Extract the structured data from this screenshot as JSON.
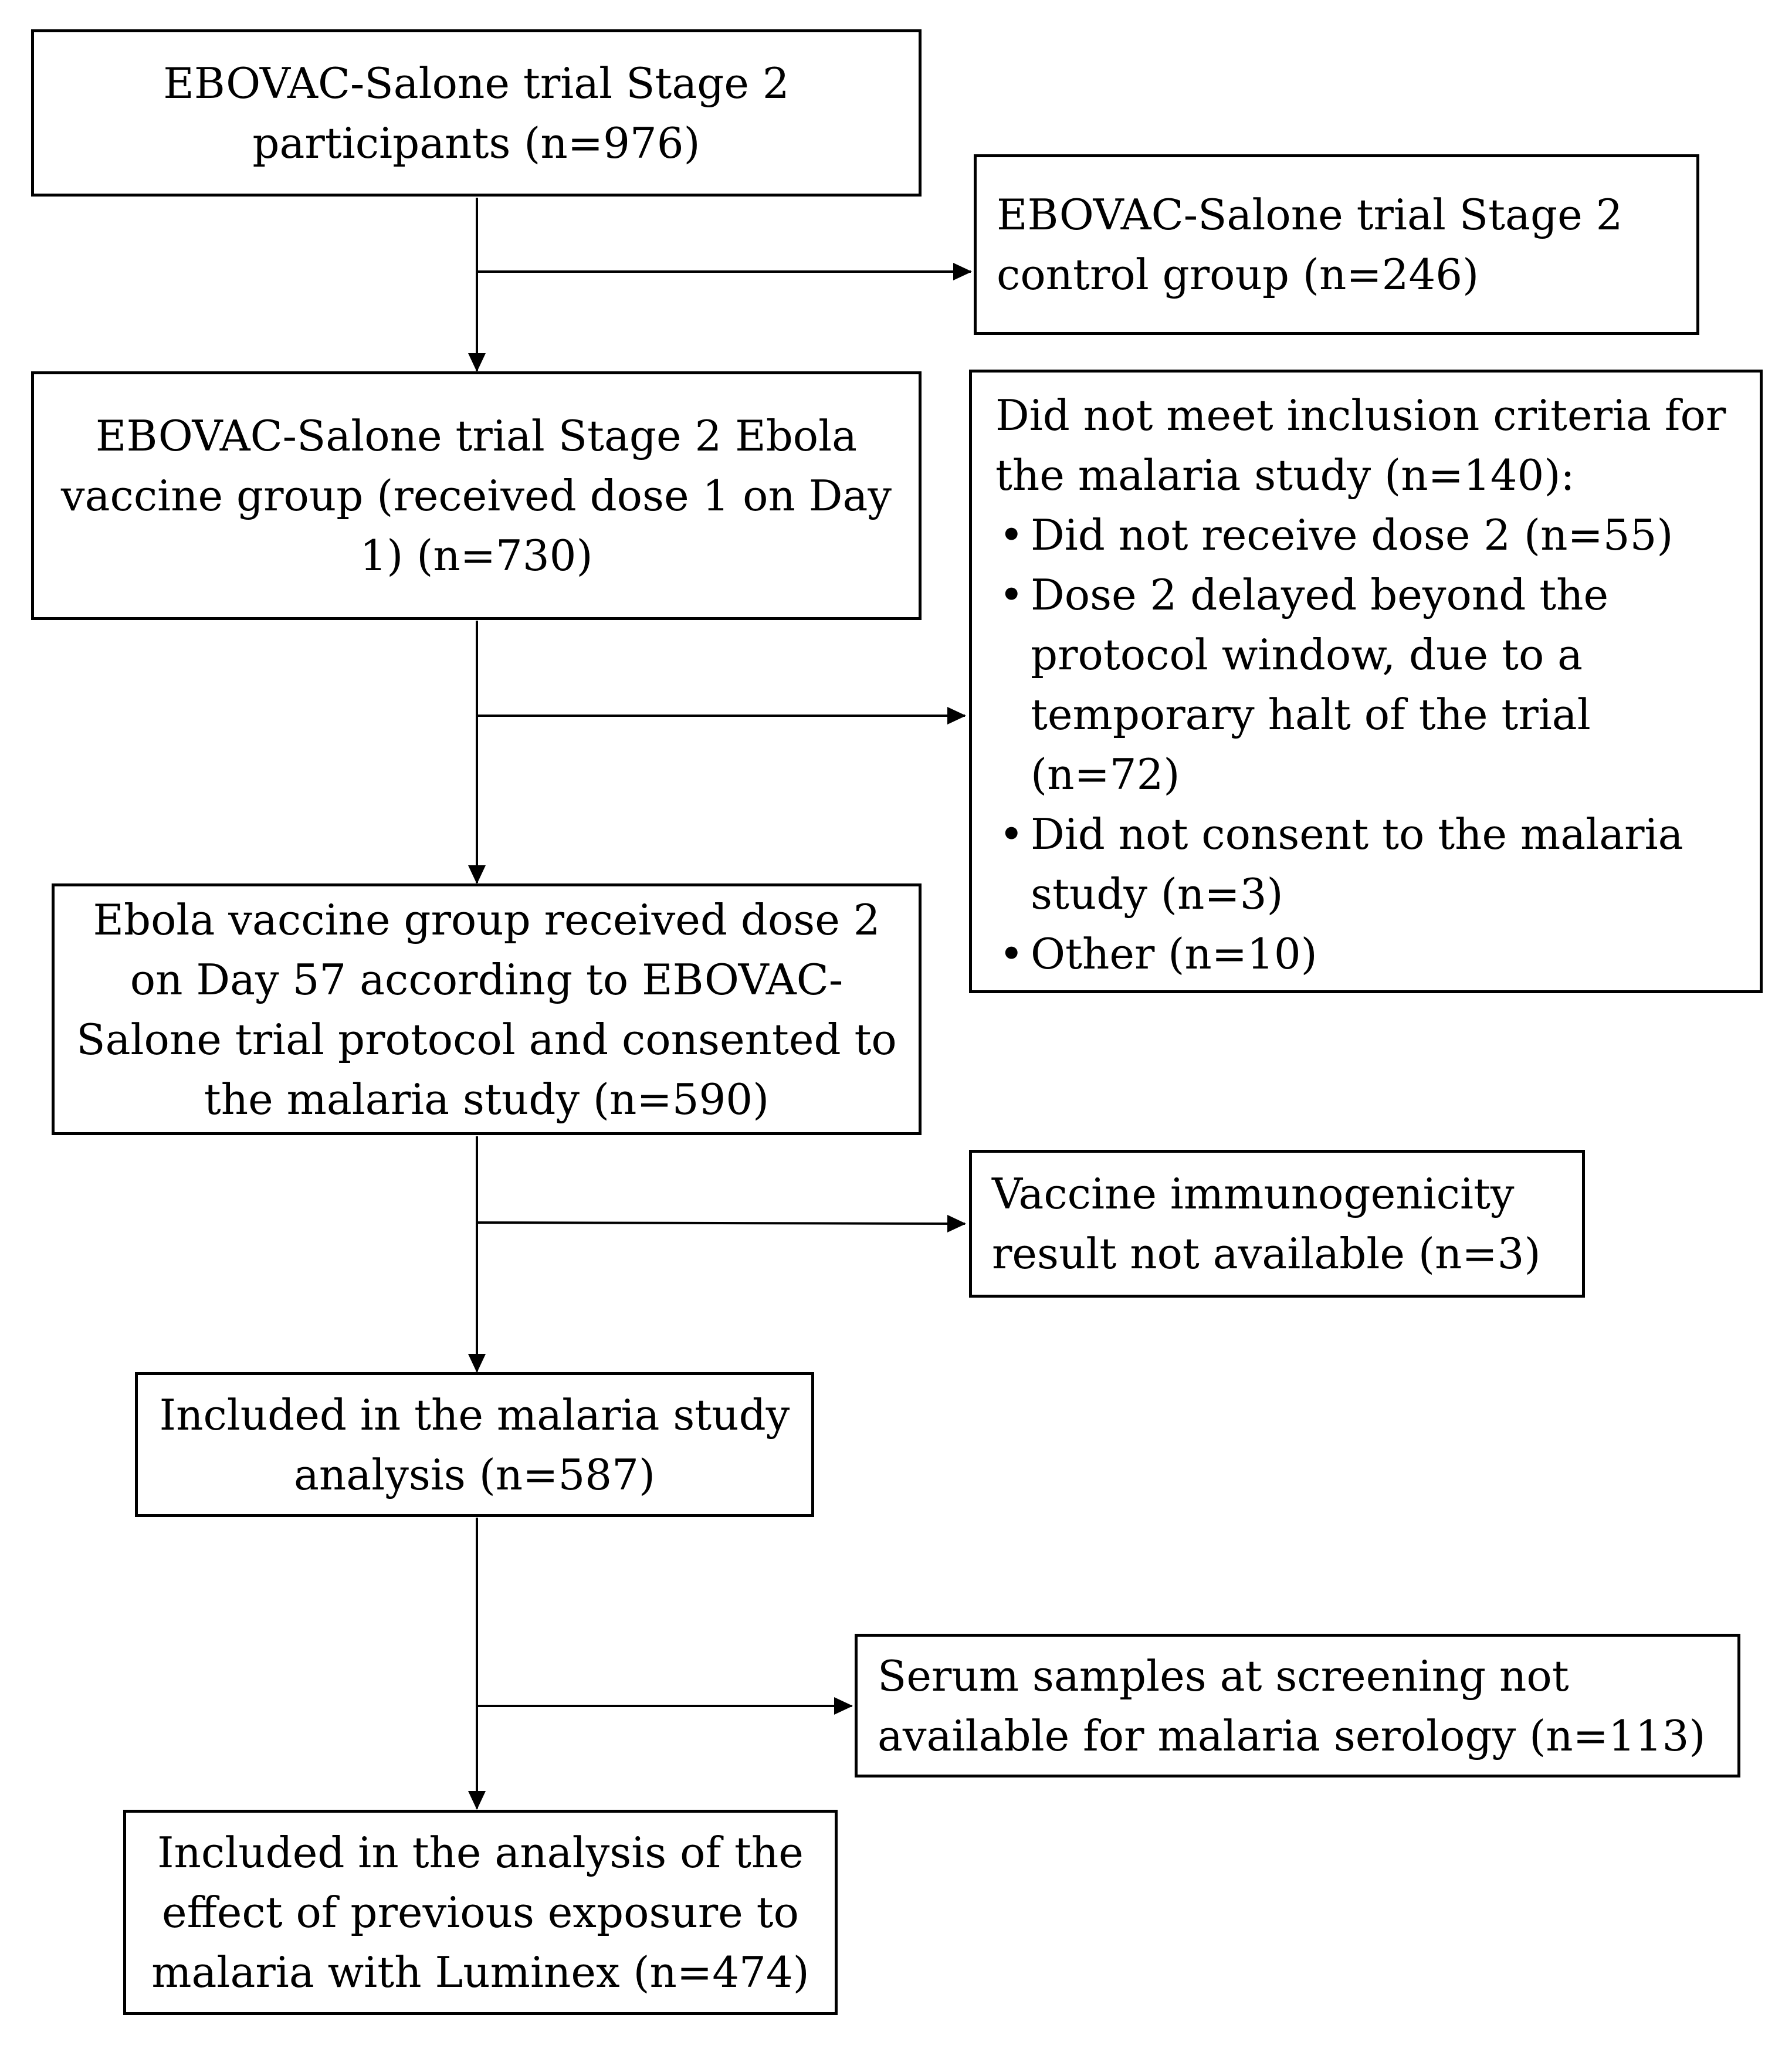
{
  "boxes": {
    "participants": "EBOVAC-Salone trial Stage 2 participants (n=976)",
    "control": "EBOVAC-Salone trial Stage 2 control group (n=246)",
    "vaccine_group": "EBOVAC-Salone trial Stage 2 Ebola vaccine group (received dose 1 on Day 1) (n=730)",
    "exclusion": {
      "heading": "Did not meet inclusion criteria for the malaria study (n=140):",
      "items": [
        "Did not receive dose 2 (n=55)",
        "Dose 2 delayed beyond the protocol window, due to a temporary halt of the trial (n=72)",
        "Did not consent to the malaria study (n=3)",
        "Other (n=10)"
      ]
    },
    "dose2": "Ebola vaccine group received dose 2 on Day 57 according to EBOVAC-Salone trial protocol and consented to the malaria study (n=590)",
    "immuno_na": "Vaccine immunogenicity result not available (n=3)",
    "included_malaria": "Included in the malaria study analysis (n=587)",
    "serum_na": "Serum samples at screening not available for malaria serology (n=113)",
    "included_luminex": "Included in the analysis of the effect of previous exposure to malaria with Luminex (n=474)"
  }
}
